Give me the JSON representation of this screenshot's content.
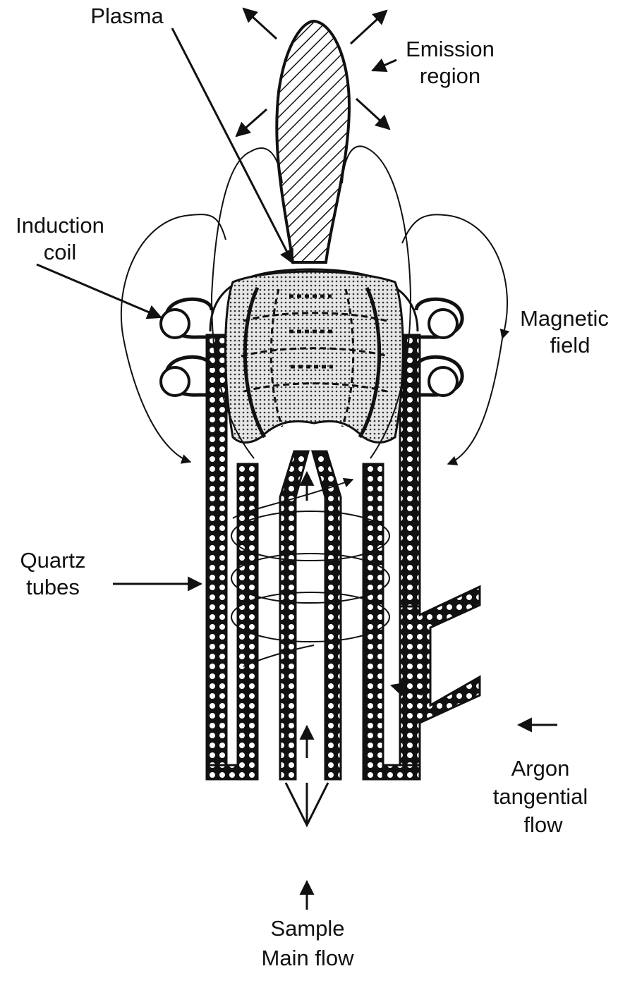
{
  "labels": {
    "plasma": "Plasma",
    "emission_line1": "Emission",
    "emission_line2": "region",
    "induction_line1": "Induction",
    "induction_line2": "coil",
    "magnetic_line1": "Magnetic",
    "magnetic_line2": "field",
    "quartz_line1": "Quartz",
    "quartz_line2": "tubes",
    "argon_line1": "Argon",
    "argon_line2": "tangential",
    "argon_line3": "flow",
    "sample_line1": "Sample",
    "sample_line2": "Main flow"
  },
  "colors": {
    "ink": "#111111",
    "tube_wall": "#111111",
    "tube_holes": "#ffffff",
    "plasma_fill": "#d8d8d8",
    "background": "#ffffff"
  }
}
